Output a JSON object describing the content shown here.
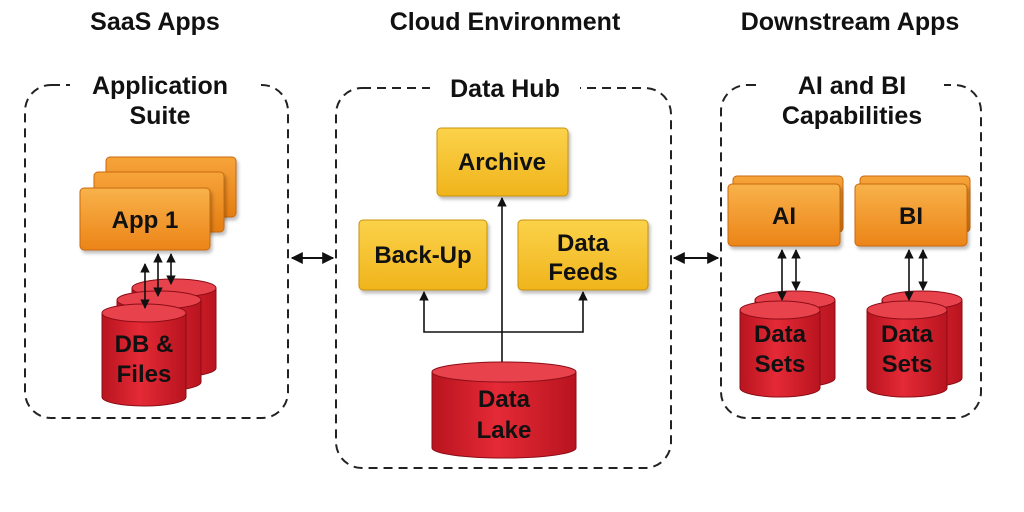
{
  "column_titles": {
    "saas": "SaaS Apps",
    "cloud": "Cloud Environment",
    "downstream": "Downstream Apps"
  },
  "panels": {
    "saas": {
      "title_line1": "Application",
      "title_line2": "Suite"
    },
    "hub": {
      "title": "Data Hub"
    },
    "downstream": {
      "title_line1": "AI and BI",
      "title_line2": "Capabilities"
    }
  },
  "nodes": {
    "app1": "App 1",
    "db_files_line1": "DB &",
    "db_files_line2": "Files",
    "archive": "Archive",
    "backup": "Back-Up",
    "data_feeds_line1": "Data",
    "data_feeds_line2": "Feeds",
    "data_lake_line1": "Data",
    "data_lake_line2": "Lake",
    "ai": "AI",
    "bi": "BI",
    "ai_data_sets_line1": "Data",
    "ai_data_sets_line2": "Sets",
    "bi_data_sets_line1": "Data",
    "bi_data_sets_line2": "Sets"
  },
  "colors": {
    "orange_box": "#f39a2a",
    "yellow_box": "#f6c42f",
    "red_cylinder": "#d92130",
    "dashed_border": "#222222",
    "arrow": "#111111"
  }
}
